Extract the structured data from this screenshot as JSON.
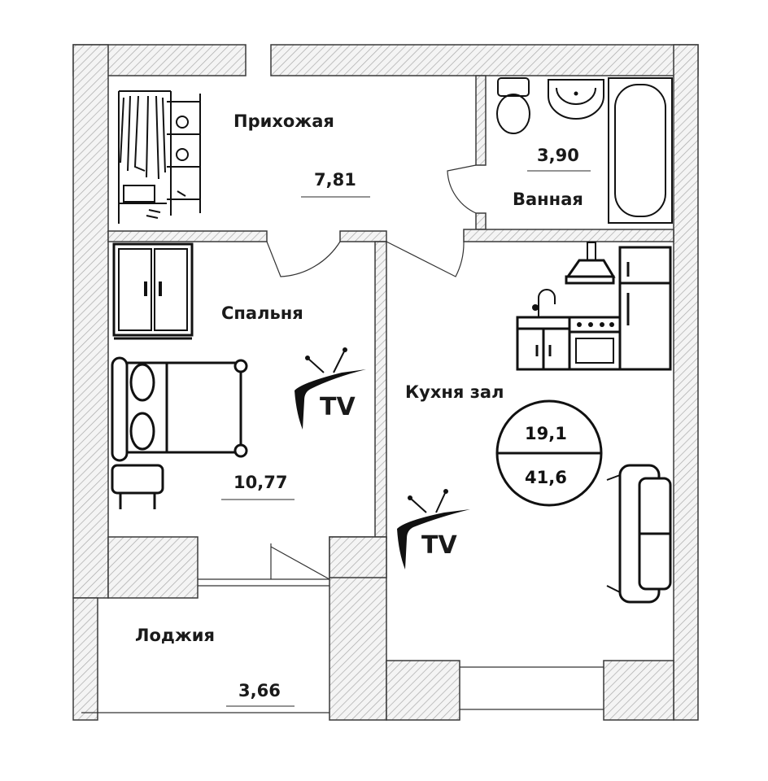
{
  "rooms": {
    "hallway": {
      "name": "Прихожая",
      "area": "7,81"
    },
    "bathroom": {
      "name": "Ванная",
      "area": "3,90"
    },
    "bedroom": {
      "name": "Спальня",
      "area": "10,77"
    },
    "kitchen_living": {
      "name": "Кухня зал"
    },
    "loggia": {
      "name": "Лоджия",
      "area": "3,66"
    }
  },
  "totals": {
    "living_area": "19,1",
    "total_area": "41,6"
  },
  "tv_labels": {
    "bedroom": "TV",
    "kitchen": "TV"
  },
  "colors": {
    "wall_hatch": "#bdbdbd",
    "lines": "#333333",
    "furniture": "#111111"
  },
  "icons": [
    "clothes-rack-icon",
    "toilet-icon",
    "sink-icon",
    "bathtub-icon",
    "wardrobe-icon",
    "kitchen-set-icon",
    "bed-icon",
    "ottoman-icon",
    "tv-icon",
    "sofa-icon"
  ]
}
